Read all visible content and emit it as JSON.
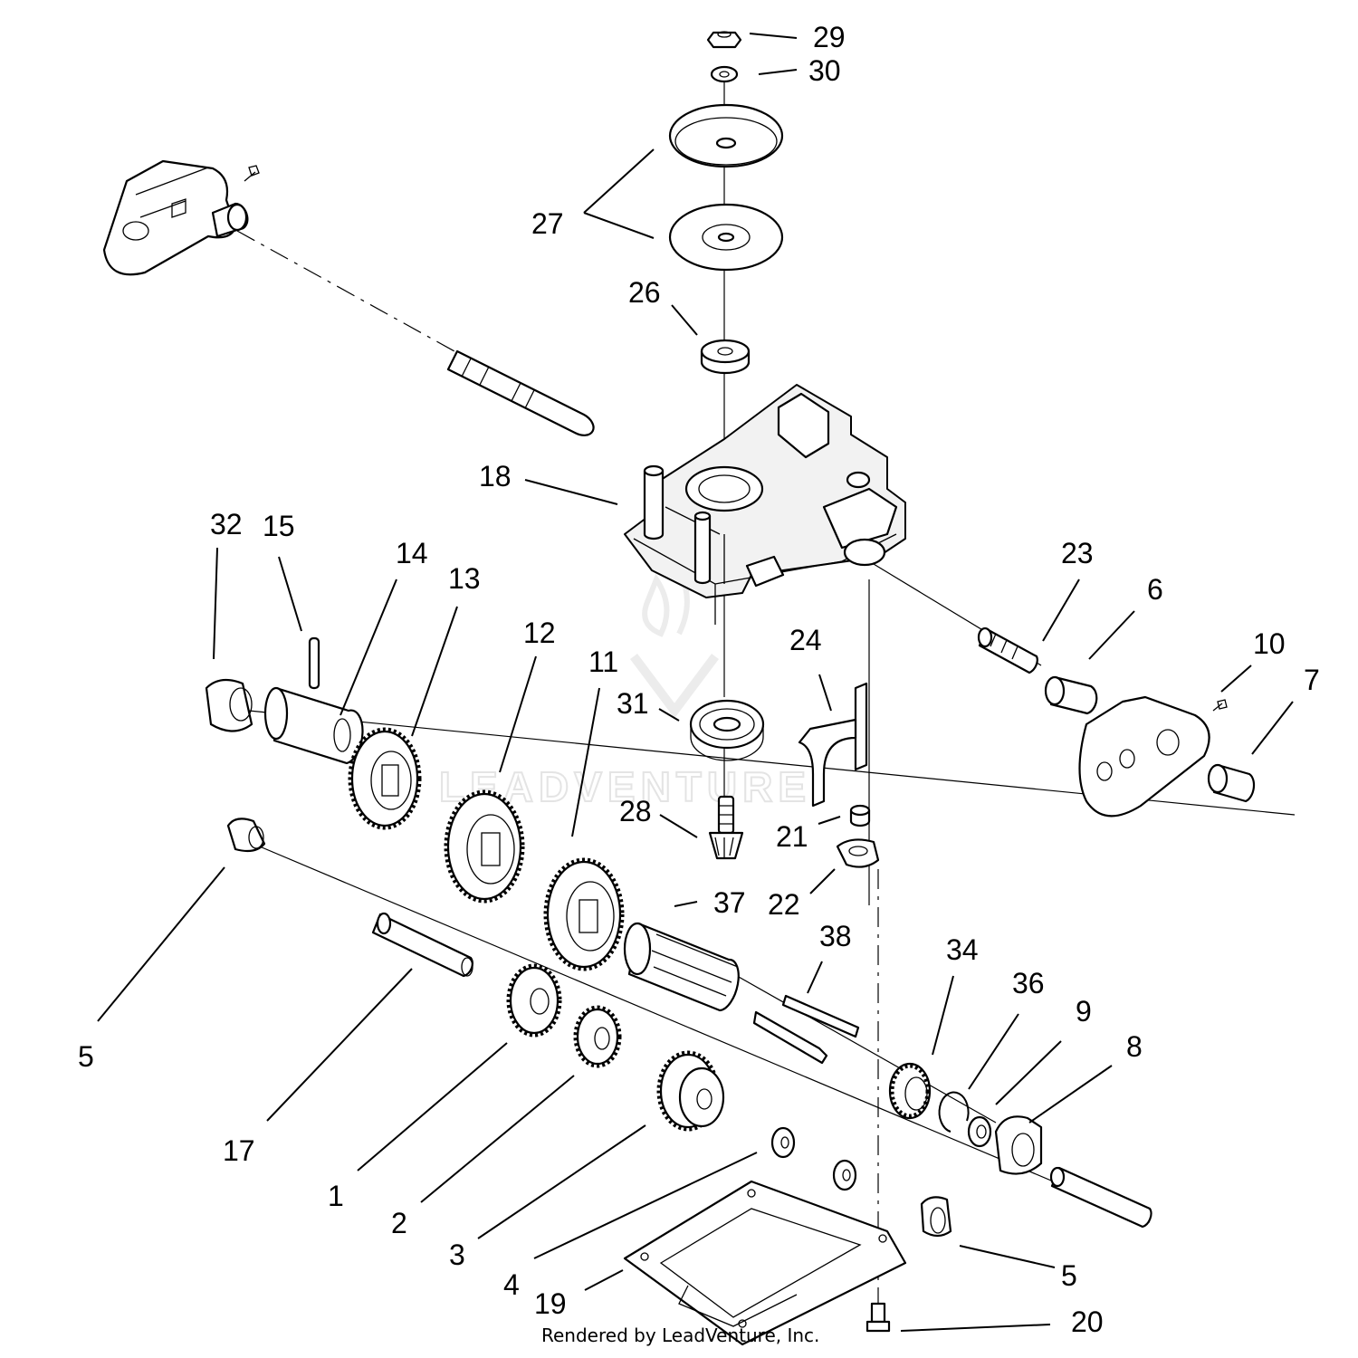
{
  "diagram": {
    "type": "exploded-parts-diagram",
    "callouts": [
      "29",
      "30",
      "27",
      "26",
      "18",
      "32",
      "15",
      "14",
      "13",
      "12",
      "11",
      "31",
      "28",
      "21",
      "22",
      "24",
      "23",
      "6",
      "10",
      "7",
      "5",
      "17",
      "1",
      "2",
      "3",
      "4",
      "19",
      "20",
      "37",
      "38",
      "34",
      "36",
      "9",
      "8",
      "5"
    ],
    "watermark": "LEADVENTURE",
    "credit": "Rendered by LeadVenture, Inc."
  }
}
